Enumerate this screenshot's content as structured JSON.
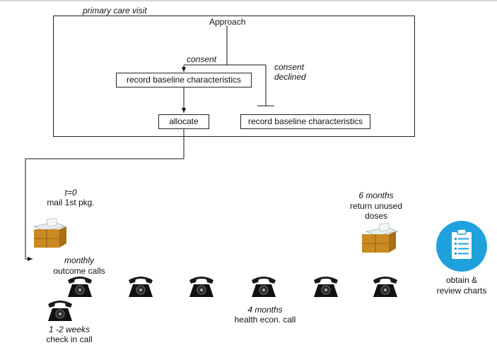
{
  "frame": {
    "label": "primary care visit"
  },
  "nodes": {
    "approach": "Approach",
    "record_left": "record baseline characteristics",
    "allocate": "allocate",
    "record_right": "record baseline characteristics"
  },
  "edges": {
    "consent": "consent",
    "declined_line1": "consent",
    "declined_line2": "declined"
  },
  "timeline": {
    "t0": "t=0",
    "mail": "mail 1st pkg.",
    "monthly": "monthly",
    "outcome_calls": "outcome calls",
    "weeks": "1 -2 weeks",
    "check_in": "check in call",
    "four_months": "4 months",
    "health_econ": "health econ. call",
    "six_months": "6 months",
    "return_line1": "return unused",
    "return_line2": "doses",
    "obtain": "obtain  &",
    "review": "review charts"
  },
  "icons": {
    "phone": "telephone-icon",
    "package": "package-icon",
    "clipboard": "clipboard-icon",
    "accent": "#1ea1dc",
    "box_color": "#c98a22"
  }
}
